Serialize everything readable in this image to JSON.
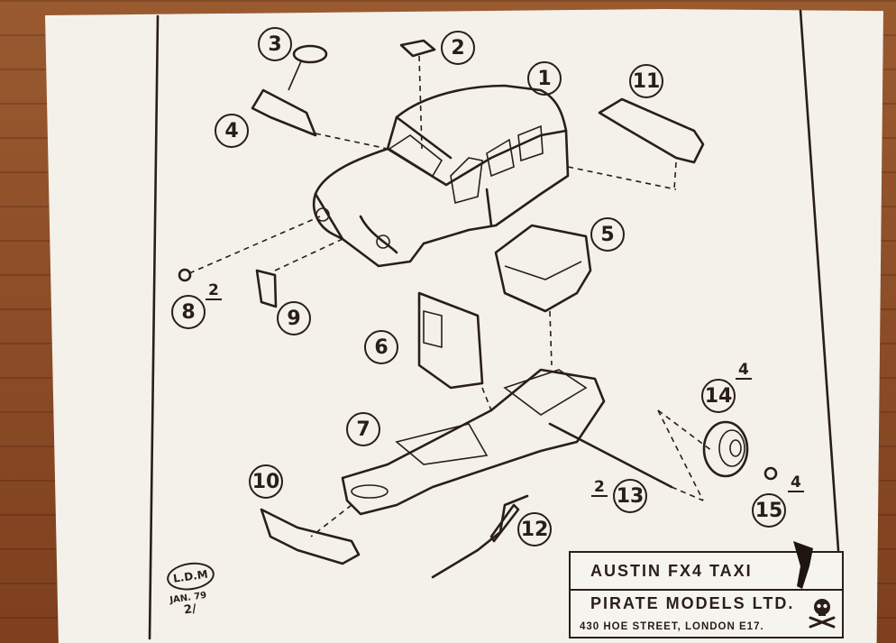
{
  "document": {
    "title_box": {
      "model_name": "AUSTIN FX4 TAXI",
      "maker": "PIRATE MODELS LTD.",
      "address": "430 HOE STREET, LONDON E17."
    },
    "signature": {
      "initials": "L.D.M",
      "date": "JAN. 79",
      "mark": "2/"
    },
    "part_callouts": [
      {
        "number": "1"
      },
      {
        "number": "2"
      },
      {
        "number": "3"
      },
      {
        "number": "4"
      },
      {
        "number": "5"
      },
      {
        "number": "6"
      },
      {
        "number": "7"
      },
      {
        "number": "8"
      },
      {
        "number": "9"
      },
      {
        "number": "10"
      },
      {
        "number": "11"
      },
      {
        "number": "12"
      },
      {
        "number": "13"
      },
      {
        "number": "14"
      },
      {
        "number": "15"
      }
    ],
    "quantities": {
      "part_8": "2",
      "part_13": "2",
      "part_14": "4",
      "part_15": "4"
    },
    "icons": [
      "skull-and-crossbones-icon"
    ]
  }
}
